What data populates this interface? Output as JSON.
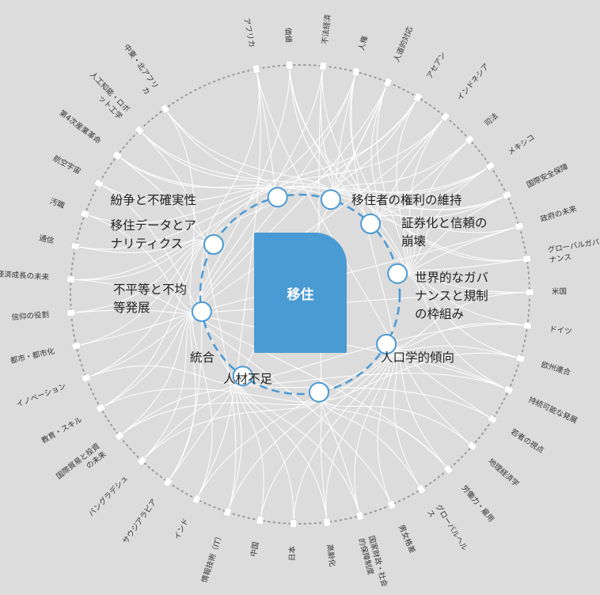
{
  "center": {
    "label": "移住",
    "color": "#4a9ad4"
  },
  "inner_nodes": [
    {
      "id": "conflict",
      "label": "紛争と不確実性"
    },
    {
      "id": "rights",
      "label": "移住者の権利の維持"
    },
    {
      "id": "securitization",
      "label": "証券化と信頼の\n崩壊"
    },
    {
      "id": "governance",
      "label": "世界的なガバ\nナンスと規制\nの枠組み"
    },
    {
      "id": "demographic",
      "label": "人口学的傾向"
    },
    {
      "id": "labor",
      "label": "人材不足"
    },
    {
      "id": "integration",
      "label": "統合"
    },
    {
      "id": "inequality",
      "label": "不平等と不均\n等発展"
    },
    {
      "id": "data",
      "label": "移住データとア\nナリティクス"
    }
  ],
  "outer_nodes": [
    "アフリカ",
    "価値",
    "不法経済",
    "人権",
    "人道的対応",
    "アセアン",
    "インドネシア",
    "司法",
    "メキシコ",
    "国際安全保障",
    "政府の未来",
    "グローバルガバ\nナンス",
    "米国",
    "ドイツ",
    "欧州連合",
    "持続可能な発展",
    "若者の視点",
    "地理経済学",
    "労働力・雇用",
    "グローバルヘル\nス",
    "男女格差",
    "国家財政・社会\n的保障制度",
    "高齢化",
    "日本",
    "中国",
    "情報技術（IT）",
    "インド",
    "サウジアラビア",
    "バングラデシュ",
    "国際貿易と投資\nの未来",
    "教育・スキル",
    "イノベーション",
    "都市・都市化",
    "信仰の役割",
    "経済成長の未来",
    "通信",
    "汚職",
    "航空宇宙",
    "第4次産業革命",
    "人工知能・ロボ\nット工学",
    "中東・北アフリ\nカ"
  ],
  "links": [
    [
      0,
      0
    ],
    [
      0,
      4
    ],
    [
      0,
      6
    ],
    [
      0,
      8
    ],
    [
      1,
      2
    ],
    [
      1,
      1
    ],
    [
      1,
      3
    ],
    [
      1,
      7
    ],
    [
      1,
      9
    ],
    [
      2,
      5
    ],
    [
      2,
      3
    ],
    [
      2,
      7
    ],
    [
      2,
      1
    ],
    [
      3,
      2
    ],
    [
      3,
      4
    ],
    [
      3,
      8
    ],
    [
      3,
      7
    ],
    [
      3,
      1
    ],
    [
      4,
      1
    ],
    [
      4,
      2
    ],
    [
      4,
      3
    ],
    [
      4,
      7
    ],
    [
      4,
      6
    ],
    [
      5,
      0
    ],
    [
      5,
      1
    ],
    [
      5,
      3
    ],
    [
      5,
      8
    ],
    [
      6,
      0
    ],
    [
      6,
      2
    ],
    [
      6,
      3
    ],
    [
      6,
      7
    ],
    [
      7,
      1
    ],
    [
      7,
      2
    ],
    [
      7,
      3
    ],
    [
      8,
      0
    ],
    [
      8,
      3
    ],
    [
      8,
      2
    ],
    [
      8,
      1
    ],
    [
      9,
      0
    ],
    [
      9,
      3
    ],
    [
      9,
      1
    ],
    [
      9,
      2
    ],
    [
      10,
      1
    ],
    [
      10,
      3
    ],
    [
      10,
      7
    ],
    [
      11,
      3
    ],
    [
      11,
      1
    ],
    [
      11,
      2
    ],
    [
      12,
      3
    ],
    [
      12,
      4
    ],
    [
      12,
      7
    ],
    [
      13,
      3
    ],
    [
      13,
      4
    ],
    [
      13,
      6
    ],
    [
      14,
      3
    ],
    [
      14,
      4
    ],
    [
      14,
      5
    ],
    [
      15,
      4
    ],
    [
      15,
      3
    ],
    [
      15,
      6
    ],
    [
      15,
      7
    ],
    [
      16,
      4
    ],
    [
      16,
      6
    ],
    [
      17,
      4
    ],
    [
      17,
      5
    ],
    [
      18,
      4
    ],
    [
      18,
      5
    ],
    [
      18,
      7
    ],
    [
      19,
      4
    ],
    [
      19,
      5
    ],
    [
      20,
      4
    ],
    [
      20,
      7
    ],
    [
      21,
      4
    ],
    [
      21,
      5
    ],
    [
      21,
      6
    ],
    [
      22,
      4
    ],
    [
      22,
      5
    ],
    [
      22,
      6
    ],
    [
      23,
      4
    ],
    [
      23,
      6
    ],
    [
      24,
      4
    ],
    [
      24,
      6
    ],
    [
      25,
      8
    ],
    [
      25,
      6
    ],
    [
      25,
      4
    ],
    [
      26,
      7
    ],
    [
      26,
      6
    ],
    [
      26,
      4
    ],
    [
      27,
      7
    ],
    [
      27,
      6
    ],
    [
      27,
      8
    ],
    [
      28,
      7
    ],
    [
      28,
      6
    ],
    [
      28,
      5
    ],
    [
      29,
      7
    ],
    [
      29,
      6
    ],
    [
      29,
      5
    ],
    [
      30,
      7
    ],
    [
      30,
      5
    ],
    [
      30,
      8
    ],
    [
      31,
      8
    ],
    [
      31,
      7
    ],
    [
      31,
      6
    ],
    [
      32,
      8
    ],
    [
      32,
      7
    ],
    [
      33,
      7
    ],
    [
      33,
      8
    ],
    [
      34,
      8
    ],
    [
      34,
      7
    ],
    [
      34,
      0
    ],
    [
      35,
      8
    ],
    [
      35,
      0
    ],
    [
      36,
      0
    ],
    [
      36,
      7
    ],
    [
      37,
      0
    ],
    [
      37,
      6
    ],
    [
      38,
      0
    ],
    [
      38,
      8
    ],
    [
      38,
      1
    ],
    [
      39,
      8
    ],
    [
      39,
      0
    ],
    [
      39,
      1
    ],
    [
      40,
      0
    ],
    [
      40,
      7
    ],
    [
      40,
      1
    ]
  ],
  "colors": {
    "background": "#dcdcdc",
    "accent": "#4a9ad4",
    "link": "#ffffff",
    "dotted_ring": "#999999"
  }
}
